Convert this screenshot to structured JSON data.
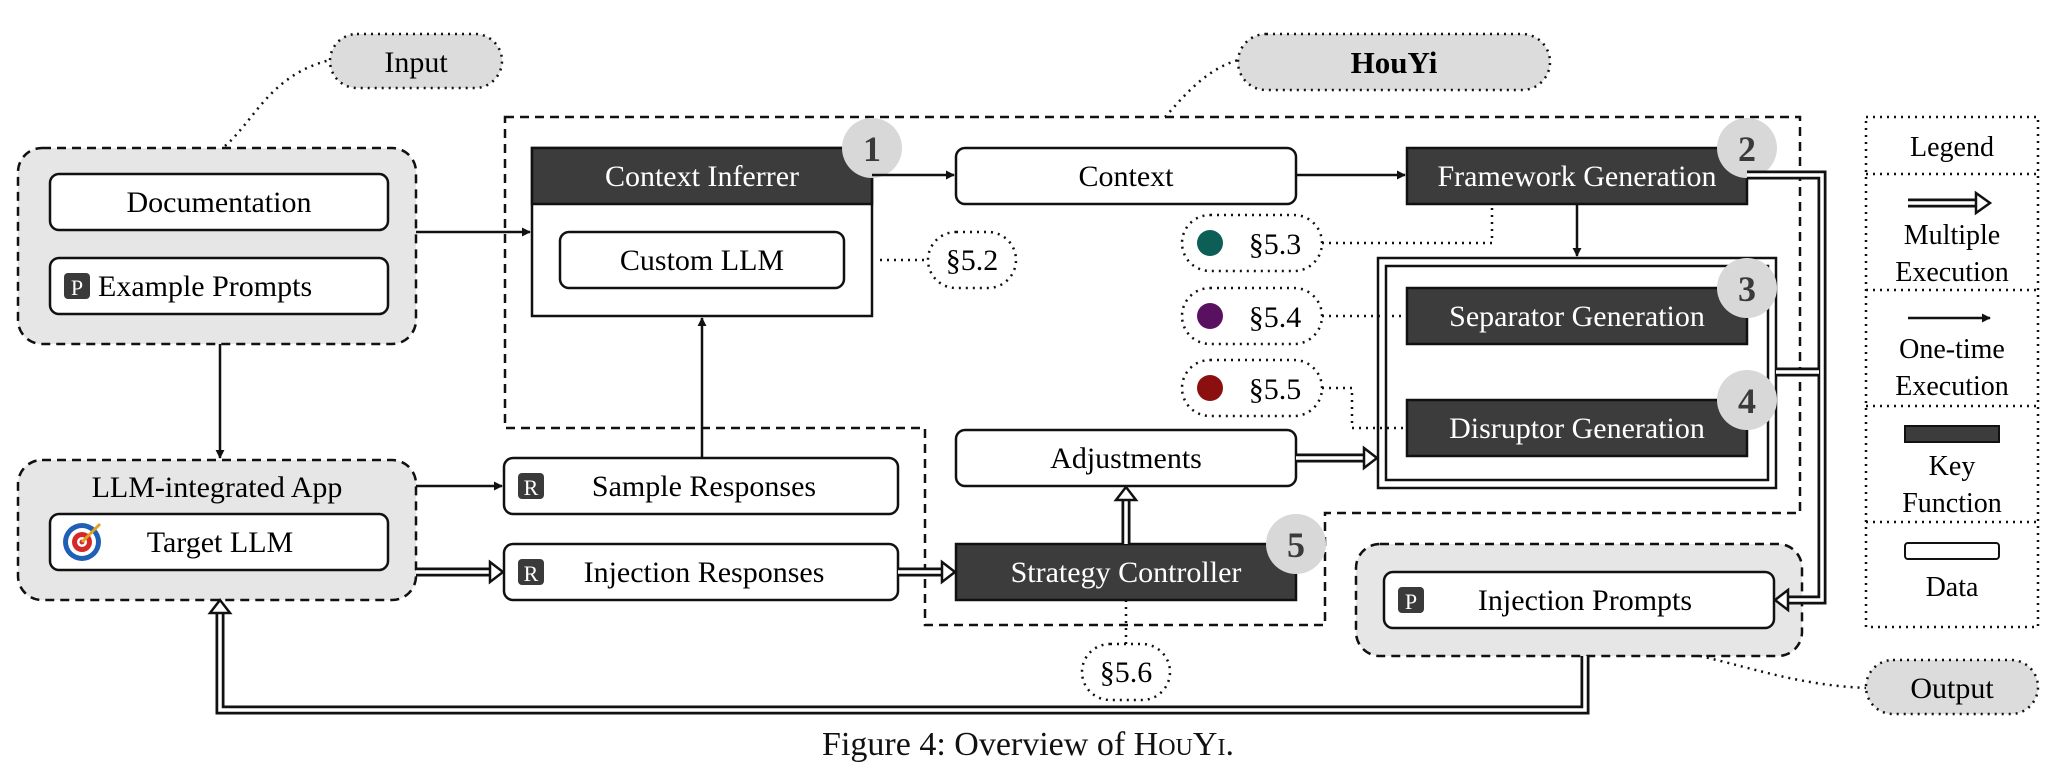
{
  "labels": {
    "input": "Input",
    "output": "Output",
    "houyi": "HouYi",
    "documentation": "Documentation",
    "example_prompts": "Example Prompts",
    "context_inferrer": "Context Inferrer",
    "custom_llm": "Custom LLM",
    "context": "Context",
    "framework_generation": "Framework Generation",
    "separator_generation": "Separator Generation",
    "disruptor_generation": "Disruptor Generation",
    "adjustments": "Adjustments",
    "strategy_controller": "Strategy Controller",
    "llm_integrated_app": "LLM-integrated App",
    "target_llm": "Target LLM",
    "sample_responses": "Sample Responses",
    "injection_responses": "Injection Responses",
    "injection_prompts": "Injection Prompts"
  },
  "sections": {
    "s52": "§5.2",
    "s53": "§5.3",
    "s54": "§5.4",
    "s55": "§5.5",
    "s56": "§5.6"
  },
  "steps": {
    "one": "1",
    "two": "2",
    "three": "3",
    "four": "4",
    "five": "5"
  },
  "icons": {
    "prompt_badge": "P",
    "response_badge": "R"
  },
  "dot_colors": {
    "s53": "#0d5e57",
    "s54": "#5a1060",
    "s55": "#8b0f0f"
  },
  "legend": {
    "title": "Legend",
    "multiple_1": "Multiple",
    "multiple_2": "Execution",
    "onetime_1": "One-time",
    "onetime_2": "Execution",
    "key_1": "Key",
    "key_2": "Function",
    "data": "Data"
  },
  "caption": {
    "prefix": "Figure 4: Overview of ",
    "name_h": "H",
    "name_ou": "ou",
    "name_y": "Y",
    "name_i": "i",
    "suffix": "."
  }
}
